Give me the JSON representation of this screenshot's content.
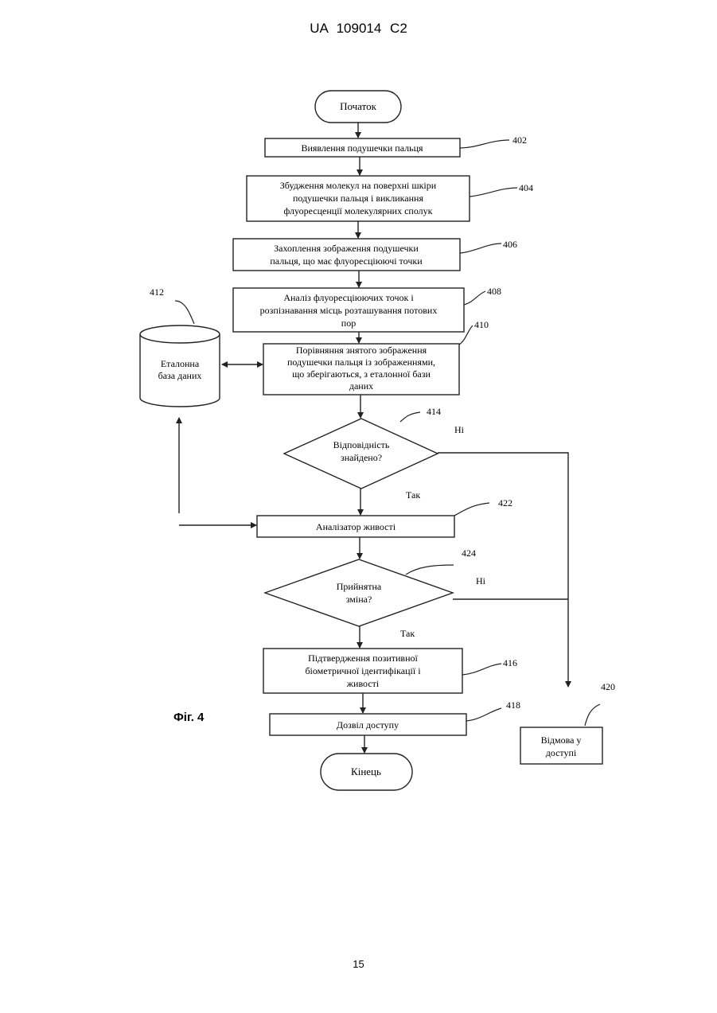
{
  "header": {
    "doc_number": "UA   109014   C2"
  },
  "figure": {
    "label": "Фіг. 4"
  },
  "page": {
    "number": "15"
  },
  "flowchart": {
    "start": "Початок",
    "end": "Кінець",
    "steps": {
      "s402": {
        "ref": "402",
        "lines": [
          "Виявлення подушечки пальця"
        ]
      },
      "s404": {
        "ref": "404",
        "lines": [
          "Збудження молекул на поверхні шкіри",
          "подушечки пальця і викликання",
          "флуоресценції молекулярних сполук"
        ]
      },
      "s406": {
        "ref": "406",
        "lines": [
          "Захоплення зображення подушечки",
          "пальця, що має флуоресціюючі точки"
        ]
      },
      "s408": {
        "ref": "408",
        "lines": [
          "Аналіз флуоресціюючих точок і",
          "розпізнавання місць розташування потових",
          "пор"
        ]
      },
      "s410": {
        "ref": "410",
        "lines": [
          "Порівняння знятого зображення",
          "подушечки пальця із зображеннями,",
          "що зберігаються, з еталонної бази",
          "даних"
        ]
      },
      "s422": {
        "ref": "422",
        "lines": [
          "Аналізатор живості"
        ]
      },
      "s416": {
        "ref": "416",
        "lines": [
          "Підтвердження позитивної",
          "біометричної ідентифікації і",
          "живості"
        ]
      },
      "s418": {
        "ref": "418",
        "lines": [
          "Дозвіл доступу"
        ]
      },
      "s420": {
        "ref": "420",
        "lines": [
          "Відмова у",
          "доступі"
        ]
      }
    },
    "database": {
      "ref": "412",
      "lines": [
        "Еталонна",
        "база даних"
      ]
    },
    "decisions": {
      "d414": {
        "ref": "414",
        "lines": [
          "Відповідність",
          "знайдено?"
        ],
        "yes": "Так",
        "no": "Ні"
      },
      "d424": {
        "ref": "424",
        "lines": [
          "Прийнятна",
          "зміна?"
        ],
        "yes": "Так",
        "no": "Ні"
      }
    }
  }
}
